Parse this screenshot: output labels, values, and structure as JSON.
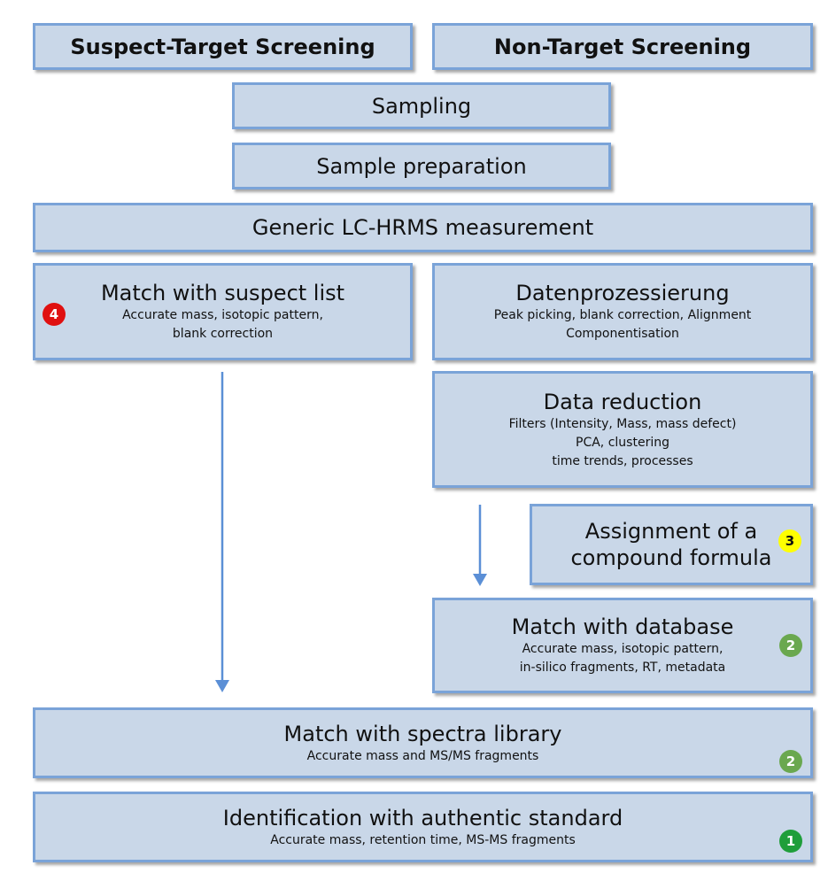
{
  "colors": {
    "box_fill": "#c9d7e8",
    "box_border": "#7aa3d8",
    "arrow": "#5b8fd6",
    "badge_red": "#e01010",
    "badge_yellow": "#ffff00",
    "badge_green_light": "#6aa84f",
    "badge_green_dark": "#1f9e3a"
  },
  "header": {
    "suspect_target": "Suspect-Target Screening",
    "non_target": "Non-Target Screening"
  },
  "steps": {
    "sampling": "Sampling",
    "sample_preparation": "Sample preparation",
    "lc_hrms": "Generic LC-HRMS measurement"
  },
  "suspect_match": {
    "title": "Match with suspect list",
    "line1": "Accurate mass, isotopic pattern,",
    "line2": "blank correction",
    "badge": "4"
  },
  "data_processing": {
    "title": "Datenprozessierung",
    "line1": "Peak picking, blank correction, Alignment",
    "line2": "Componentisation"
  },
  "data_reduction": {
    "title": "Data reduction",
    "line1": "Filters (Intensity, Mass, mass defect)",
    "line2": "PCA, clustering",
    "line3": "time trends, processes"
  },
  "formula_assignment": {
    "line1": "Assignment of a",
    "line2": "compound formula",
    "badge": "3"
  },
  "database_match": {
    "title": "Match with database",
    "line1": "Accurate mass, isotopic pattern,",
    "line2": "in-silico fragments, RT, metadata",
    "badge": "2"
  },
  "spectra_match": {
    "title": "Match with spectra library",
    "line1": "Accurate mass and MS/MS fragments",
    "badge": "2"
  },
  "authentic_standard": {
    "title": "Identification with authentic standard",
    "line1": "Accurate mass, retention time, MS-MS fragments",
    "badge": "1"
  }
}
